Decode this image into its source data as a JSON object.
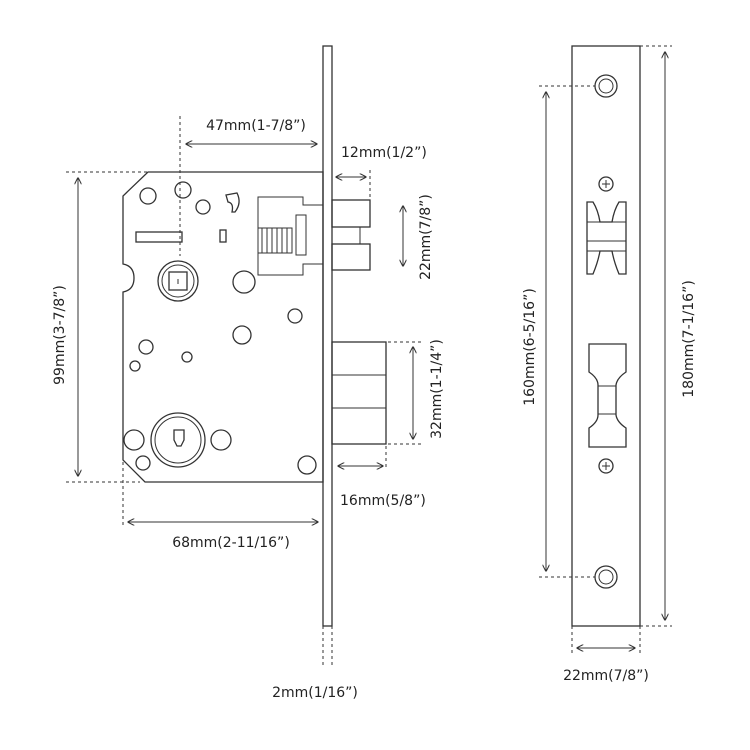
{
  "dimensions": {
    "width_47": "47mm(1-7/8”)",
    "width_12": "12mm(1/2”)",
    "height_22": "22mm(7/8”)",
    "height_99": "99mm(3-7/8”)",
    "height_32": "32mm(1-1/4”)",
    "width_16": "16mm(5/8”)",
    "width_68": "68mm(2-11/16”)",
    "thickness_2": "2mm(1/16”)",
    "height_160": "160mm(6-5/16”)",
    "height_180": "180mm(7-1/16”)",
    "width_22": "22mm(7/8”)"
  },
  "colors": {
    "line": "#333333",
    "text": "#222222",
    "background": "#ffffff"
  }
}
